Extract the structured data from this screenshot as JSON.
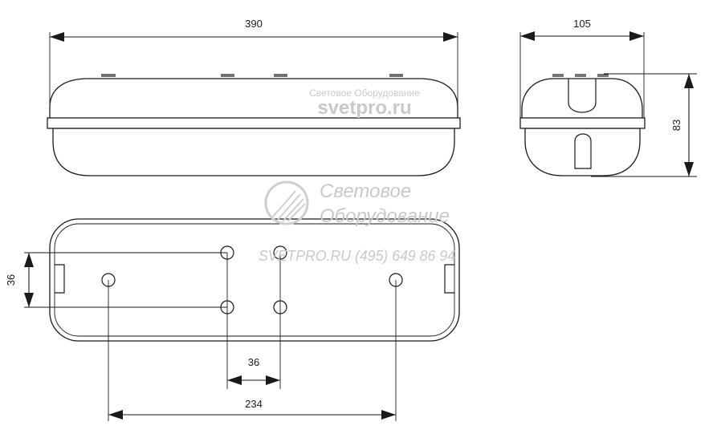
{
  "dimensions": {
    "length": "390",
    "width": "105",
    "height": "83",
    "mount_spacing_vertical": "36",
    "mount_spacing_horizontal": "36",
    "end_hole_spacing": "234"
  },
  "watermark": {
    "site_small_line1": "Световое Оборудование",
    "site_small_line2": "svetpro.ru",
    "logo_line1": "Световое",
    "logo_line2": "Оборудование",
    "contact": "SVETPRO.RU   (495) 649 86 94"
  },
  "colors": {
    "line": "#1a1a1a",
    "watermark": "#c9c9c9",
    "background": "#ffffff"
  }
}
